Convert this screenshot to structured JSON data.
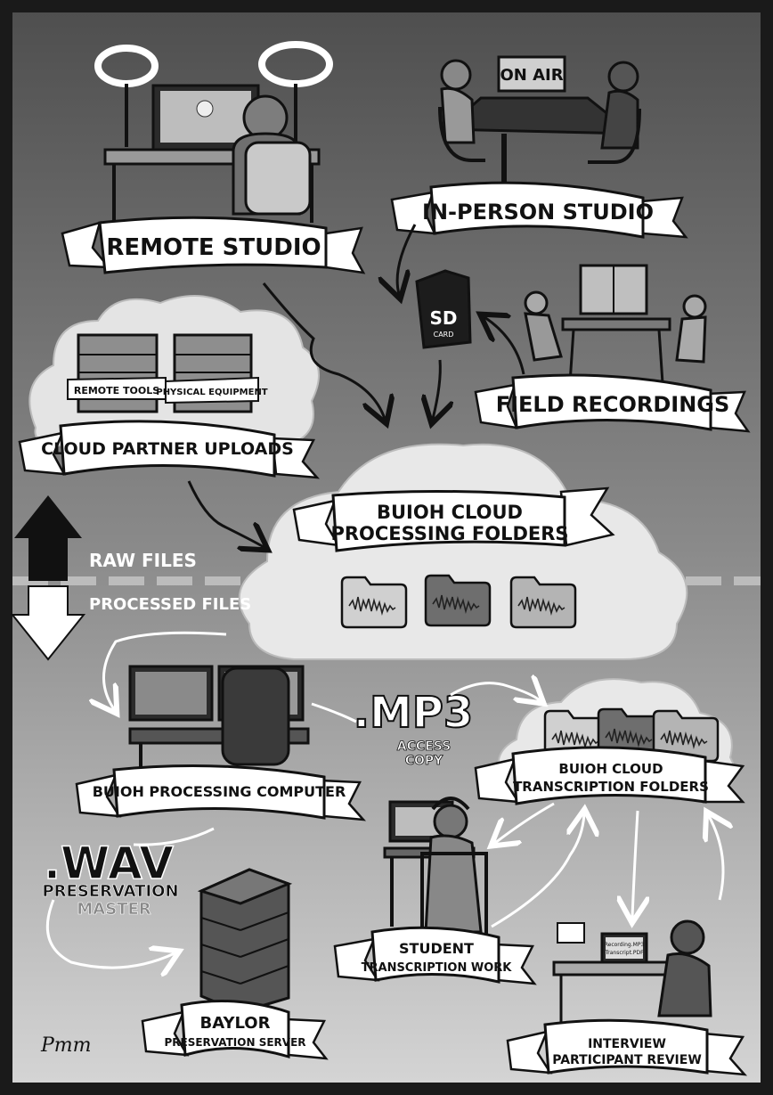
{
  "nodes": {
    "remote_studio": "REMOTE STUDIO",
    "in_person_studio": "IN-PERSON STUDIO",
    "on_air": "ON AIR",
    "sd_card": "SD",
    "sd_card_sub": "CARD",
    "field_recordings": "FIELD RECORDINGS",
    "remote_tools": "REMOTE TOOLS",
    "physical_equipment": "PHYSICAL EQUIPMENT",
    "cloud_partner_uploads": "CLOUD PARTNER UPLOADS",
    "processing_folders_line1": "BUIOH CLOUD",
    "processing_folders_line2": "PROCESSING FOLDERS",
    "processing_computer": "BUIOH PROCESSING COMPUTER",
    "mp3": ".MP3",
    "mp3_sub1": "ACCESS",
    "mp3_sub2": "COPY",
    "transcription_folders_line1": "BUIOH CLOUD",
    "transcription_folders_line2": "TRANSCRIPTION FOLDERS",
    "wav": ".WAV",
    "wav_sub1": "PRESERVATION",
    "wav_sub2": "MASTER",
    "student_line1": "STUDENT",
    "student_line2": "TRANSCRIPTION WORK",
    "baylor_line1": "BAYLOR",
    "baylor_line2": "PRESERVATION SERVER",
    "participant_line1": "INTERVIEW",
    "participant_line2": "PARTICIPANT REVIEW",
    "laptop_file1": "Recording.MP3",
    "laptop_file2": "Transcript.PDF",
    "signature": "Pmm"
  },
  "legend": {
    "raw_files": "RAW FILES",
    "processed_files": "PROCESSED FILES"
  },
  "colors": {
    "background_top": "#5a5a5a",
    "background_bottom": "#d2d2d2",
    "cloud": "#e6e6e6",
    "ribbon": "#ffffff",
    "ink": "#111111"
  }
}
